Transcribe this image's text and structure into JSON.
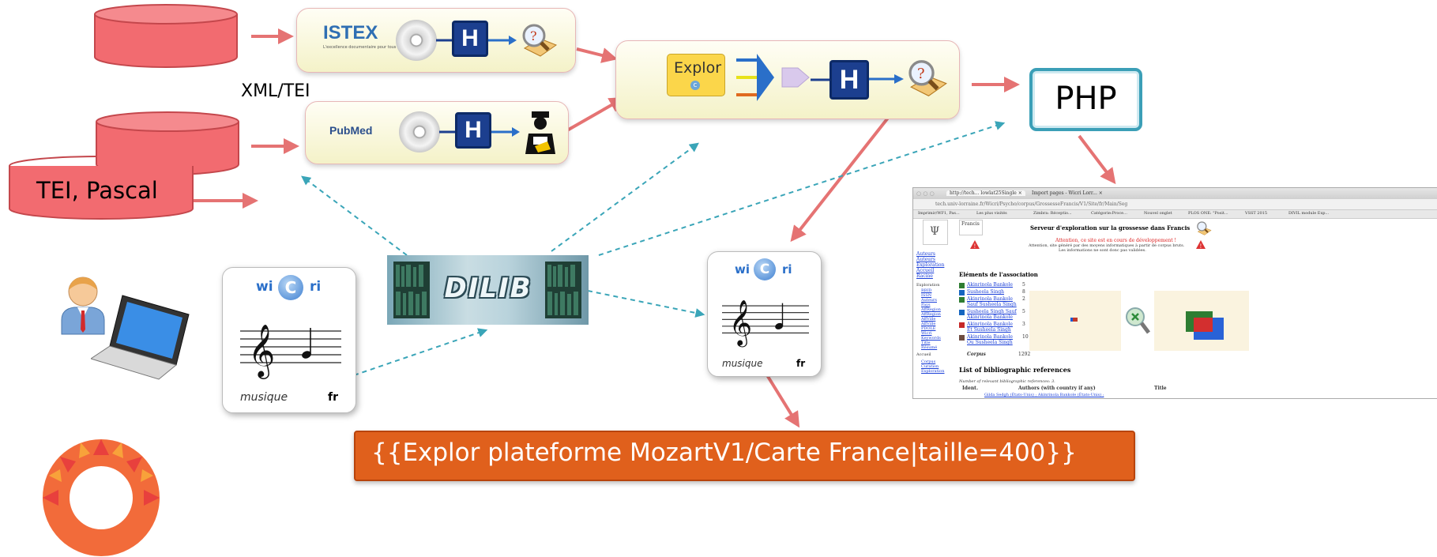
{
  "labels": {
    "xml_tei": "XML/TEI",
    "tei_pascal": "TEI, Pascal",
    "php": "PHP",
    "template": "{{Explor plateforme MozartV1/Carte France|taille=400}}"
  },
  "processes": {
    "istex_logo": "ISTEX",
    "istex_sub": "L'excellence documentaire pour tous",
    "pubmed_logo": "PubMed",
    "explor_logo": "Explor",
    "explor_letter": "c",
    "h_letter": "H"
  },
  "dilib": {
    "text": "DILIB"
  },
  "wicri": {
    "wi": "wi",
    "c": "C",
    "ri": "ri",
    "musique": "musique",
    "fr": "fr"
  },
  "browser": {
    "tab1": "http://tech... lowlat25Single ×",
    "tab2": "Import pages - Wicri Lorr... ×",
    "url": "tech.univ-lorraine.fr/Wicri/Psycho/corpus/GrossesseFrancis/V1/Site/fr/Main/Seg",
    "bookmarks": [
      "Imprimir/WF1, Pas...",
      "Les plus visités",
      "Zimbra: Réceptio...",
      "Catégorie:Proce...",
      "Nouvel onglet",
      "PLOS ONE: \"Posit...",
      "VSST 2015",
      "DIVIL module Exp..."
    ],
    "psi": "Ψ",
    "francis": "Francis",
    "title": "Serveur d'exploration sur la grossesse dans Francis",
    "warning": "Attention, ce site est en cours de développement !",
    "warning_sub1": "Attention, site généré par des moyens informatiques à partir de corpus bruts.",
    "warning_sub2": "Les informations ne sont donc pas validées.",
    "sidebar": [
      "Auteurs",
      "Auteurs",
      "Exploration",
      "Accueil",
      "Racine"
    ],
    "sidebar_expl_title": "Exploration",
    "sidebar_expl": [
      "RBID",
      "ISSN",
      "Auteurs",
      "Pays",
      "AffRegion",
      "AffRegion",
      "AffVille",
      "AffVille",
      "PDOLE",
      "Wicri",
      "Keywords",
      "Title",
      "Résumé"
    ],
    "sidebar_acc_title": "Accueil",
    "sidebar_acc": [
      "Corpus",
      "Curation",
      "Exploration"
    ],
    "assoc_title": "Eléments de l'association",
    "assoc_rows": [
      {
        "name": "Akinrinola Bankole",
        "count": "5",
        "color": "#2e7d32"
      },
      {
        "name": "Susheela Singh",
        "count": "8",
        "color": "#1565c0"
      },
      {
        "name": "Akinrinola Bankole Sauf Susheela Singh",
        "count": "2",
        "color": "#2e7d32"
      },
      {
        "name": "Susheela Singh Sauf Akinrinola Bankole",
        "count": "5",
        "color": "#1565c0"
      },
      {
        "name": "Akinrinola Bankole Et Susheela Singh",
        "count": "3",
        "color": "#c62828"
      },
      {
        "name": "Akinrinola Bankole Ou Susheela Singh",
        "count": "10",
        "color": "#6d4c41"
      }
    ],
    "corpus_label": "Corpus",
    "corpus_count": "1292",
    "refs_title": "List of bibliographic references",
    "refs_count": "Number of relevant bibliographic references: 3.",
    "col_ident": "Ident.",
    "col_authors": "Authors (with country if any)",
    "col_title": "Title",
    "ref_line": "Gilda Sedgh (États-Unis) ; Akinrinola Bankole (États-Unis) ;"
  },
  "colors": {
    "arrow": "#e57373",
    "dashed": "#3aa5b8",
    "template_bg": "#e0601c",
    "php_border": "#3b9fb7",
    "cylinder": "#f26b70"
  }
}
